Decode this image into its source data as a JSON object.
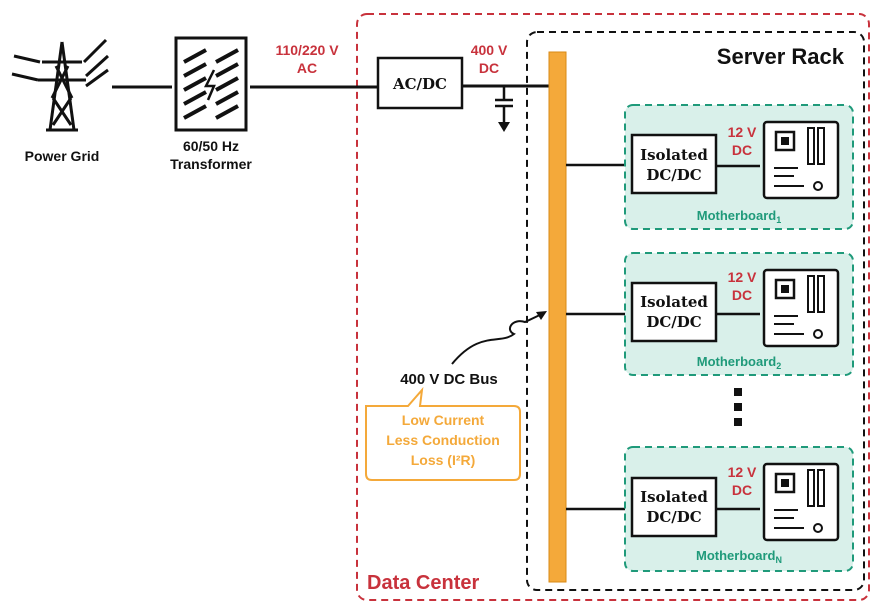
{
  "power_grid": {
    "label": "Power Grid",
    "icon": "transmission-tower-icon"
  },
  "transformer": {
    "label_line1": "60/50 Hz",
    "label_line2": "Transformer",
    "icon": "transformer-icon"
  },
  "ac_input": {
    "line1": "110/220 V",
    "line2": "AC"
  },
  "ac_dc": {
    "label": "AC/DC"
  },
  "dc_output": {
    "line1": "400 V",
    "line2": "DC"
  },
  "server_rack": {
    "title": "Server Rack"
  },
  "data_center": {
    "title": "Data Center"
  },
  "bus": {
    "label": "400 V DC Bus"
  },
  "callout": {
    "line1": "Low Current",
    "line2": "Less Conduction",
    "line3": "Loss (I²R)"
  },
  "boards": [
    {
      "conv1": "Isolated",
      "conv2": "DC/DC",
      "v1": "12 V",
      "v2": "DC",
      "name": "Motherboard",
      "sub": "1",
      "icon": "motherboard-icon"
    },
    {
      "conv1": "Isolated",
      "conv2": "DC/DC",
      "v1": "12 V",
      "v2": "DC",
      "name": "Motherboard",
      "sub": "2",
      "icon": "motherboard-icon"
    },
    {
      "conv1": "Isolated",
      "conv2": "DC/DC",
      "v1": "12 V",
      "v2": "DC",
      "name": "Motherboard",
      "sub": "N",
      "icon": "motherboard-icon"
    }
  ],
  "colors": {
    "red": "#c8323c",
    "orange": "#f4a93a",
    "teal": "#1f9a7a",
    "board_fill": "#d9f0ea",
    "black": "#111111"
  }
}
